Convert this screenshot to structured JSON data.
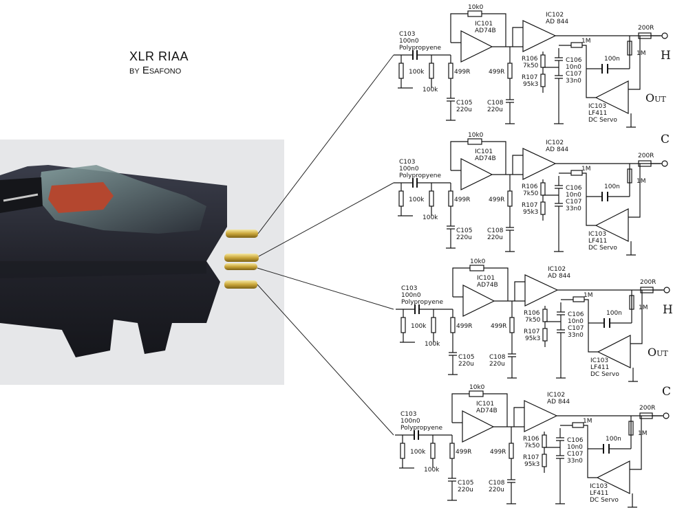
{
  "title": {
    "line1": "XLR RIAA",
    "line2": "by Esafono"
  },
  "photo": {
    "subject": "phono cartridge with four output pins"
  },
  "stage_labels": {
    "input_cap": "C103",
    "input_cap_value": "100n0",
    "input_cap_type": "Polypropyene",
    "r_in_1": "100k",
    "r_in_2": "100k",
    "r_gnd": "499R",
    "c_105": "C105",
    "c_105_value": "220u",
    "feedback_r": "10k0",
    "ic101": "IC101",
    "ic101_part": "AD74B",
    "r_mid": "499R",
    "c_108": "C108",
    "c_108_value": "220u",
    "ic102": "IC102",
    "ic102_part": "AD 844",
    "r106": "R106",
    "r106_value": "7k50",
    "r107": "R107",
    "r107_value": "95k3",
    "c106": "C106",
    "c106_value": "10n0",
    "c107": "C107",
    "c107_value": "33n0",
    "r_servo": "1M",
    "c_servo": "100n",
    "r_out_shunt": "1M",
    "r_out": "200R",
    "ic103": "IC103",
    "ic103_part": "LF411",
    "servo_label": "DC Servo"
  },
  "stages": [
    {
      "terminal": "H",
      "extra": "Out"
    },
    {
      "terminal": "C",
      "extra": ""
    },
    {
      "terminal": "H",
      "extra": "Out"
    },
    {
      "terminal": "C",
      "extra": ""
    }
  ]
}
